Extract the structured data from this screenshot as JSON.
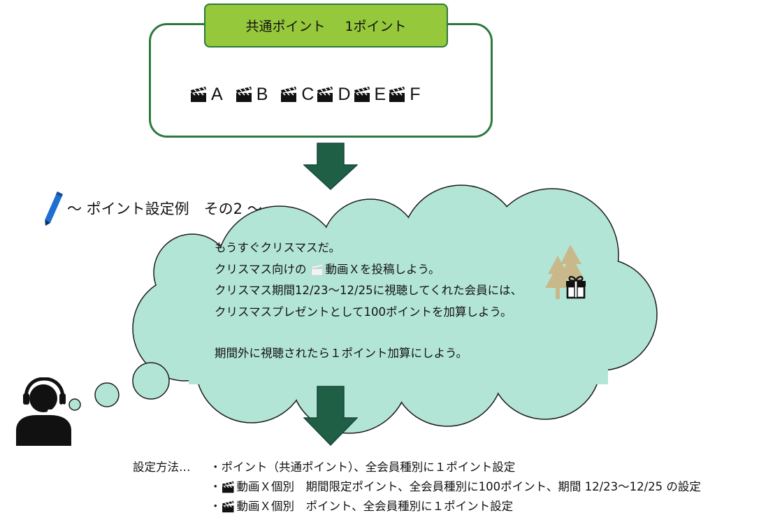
{
  "top_box": {
    "label_part1": "共通ポイント",
    "label_part2": "1ポイント",
    "videos": [
      "A",
      "B",
      "C",
      "D",
      "E",
      "F"
    ]
  },
  "example": {
    "heading": "～ ポイント設定例　その2 ～"
  },
  "cloud": {
    "line1": "もうすぐクリスマスだ。",
    "line2_pre": "クリスマス向けの",
    "line2_post": "動画Ｘを投稿しよう。",
    "line3": "クリスマス期間12/23～12/25に視聴してくれた会員には、",
    "line4": "クリスマスプレゼントとして100ポイントを加算しよう。",
    "line5": "期間外に視聴されたら１ポイント加算にしよう。"
  },
  "method": {
    "label": "設定方法…",
    "item1": "・ポイント（共通ポイント）、全会員種別に１ポイント設定",
    "item2_prefix": "・",
    "item2": "動画Ｘ個別　期間限定ポイント、全会員種別に100ポイント、期間 12/23～12/25 の設定",
    "item3_prefix": "・",
    "item3": "動画Ｘ個別　ポイント、全会員種別に１ポイント設定"
  },
  "colors": {
    "box_border": "#2d7a3f",
    "label_fill": "#95c83b",
    "arrow": "#1f5f46",
    "cloud_fill": "#b3e5d6",
    "cloud_stroke": "#1c1c1c",
    "tree": "#c8b88a",
    "pen": "#1f6fd1"
  },
  "icons": [
    "clapperboard-icon",
    "pen-icon",
    "tree-icon",
    "gift-icon",
    "support-agent-icon",
    "down-arrow-icon"
  ]
}
